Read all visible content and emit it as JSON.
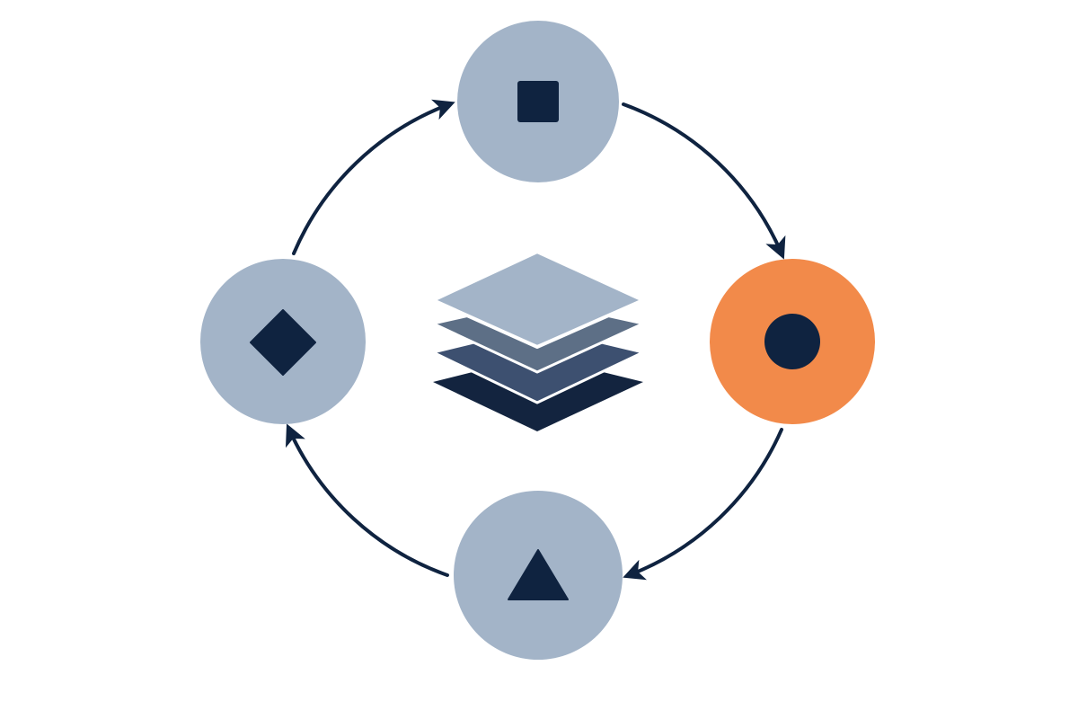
{
  "diagram": {
    "type": "cycle",
    "direction": "clockwise",
    "center": {
      "icon": "layers-stack-icon",
      "layer_count": 4,
      "layer_colors": [
        "#a3b4c8",
        "#5d6f86",
        "#3d5070",
        "#13243f"
      ]
    },
    "nodes": [
      {
        "id": "top",
        "icon": "square-icon",
        "fill": "#a3b4c8",
        "highlighted": false
      },
      {
        "id": "right",
        "icon": "circle-icon",
        "fill": "#f28a4a",
        "highlighted": true
      },
      {
        "id": "bottom",
        "icon": "triangle-icon",
        "fill": "#a3b4c8",
        "highlighted": false
      },
      {
        "id": "left",
        "icon": "diamond-icon",
        "fill": "#a3b4c8",
        "highlighted": false
      }
    ],
    "edges": [
      {
        "from": "top",
        "to": "right"
      },
      {
        "from": "right",
        "to": "bottom"
      },
      {
        "from": "bottom",
        "to": "left"
      },
      {
        "from": "left",
        "to": "top"
      }
    ],
    "colors": {
      "background": "#ffffff",
      "node_default": "#a3b4c8",
      "node_highlight": "#f28a4a",
      "icon": "#0f2340",
      "arrow": "#0f2340"
    }
  }
}
